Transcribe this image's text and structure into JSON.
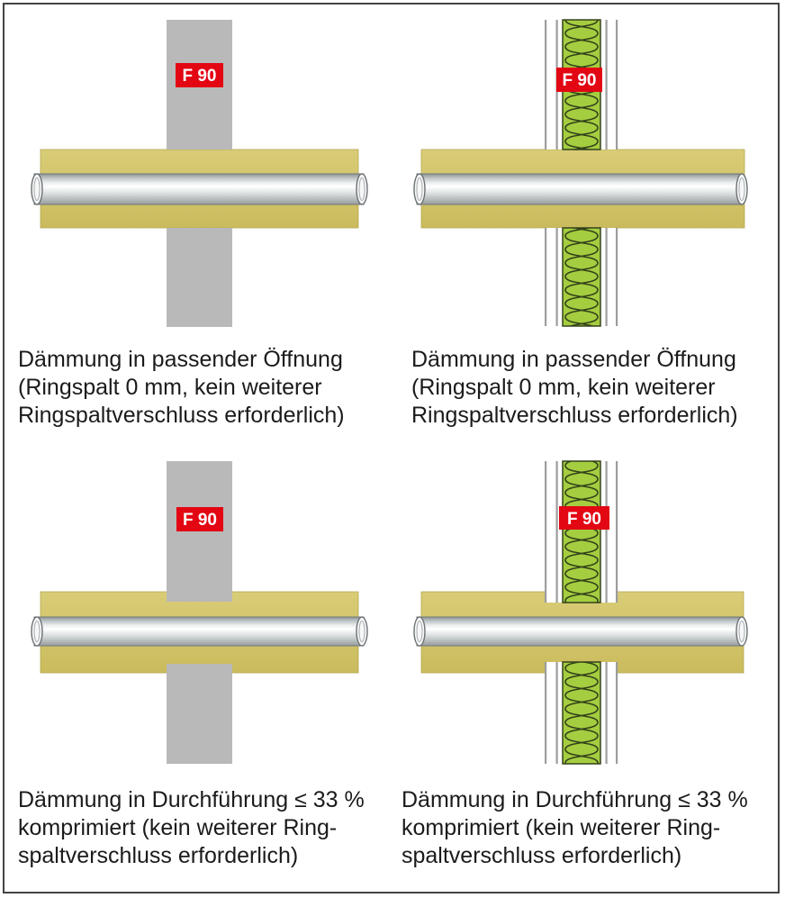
{
  "figure": {
    "panels": [
      {
        "position": "top-left",
        "badge_label": "F 90",
        "wall_type": "solid-wall",
        "caption_lines": [
          "Dämmung in passender Öffnung",
          "(Ringspalt 0 mm, kein weiterer",
          "Ringspaltverschluss erforderlich)"
        ]
      },
      {
        "position": "top-right",
        "badge_label": "F 90",
        "wall_type": "lightweight-partition-mineral-wool",
        "caption_lines": [
          "Dämmung in passender Öffnung",
          "(Ringspalt 0 mm, kein weiterer",
          "Ringspaltverschluss erforderlich)"
        ]
      },
      {
        "position": "bottom-left",
        "badge_label": "F 90",
        "wall_type": "solid-wall",
        "caption_lines": [
          "Dämmung in Durchführung ≤ 33 %",
          "komprimiert (kein weiterer Ring-",
          "spaltverschluss erforderlich)"
        ]
      },
      {
        "position": "bottom-right",
        "badge_label": "F 90",
        "wall_type": "lightweight-partition-mineral-wool",
        "caption_lines": [
          "Dämmung in Durchführung ≤ 33 %",
          "komprimiert (kein weiterer Ring-",
          "spaltverschluss erforderlich)"
        ]
      }
    ],
    "colors": {
      "badge_red": "#e30613",
      "badge_text": "#ffffff",
      "wall_gray": "#b9b9b9",
      "insulation_olive": "#d2c46b",
      "mineral_wool_green": "#a5cd40",
      "pipe_silver": "#d9dddd",
      "frame_border": "#434343"
    }
  }
}
